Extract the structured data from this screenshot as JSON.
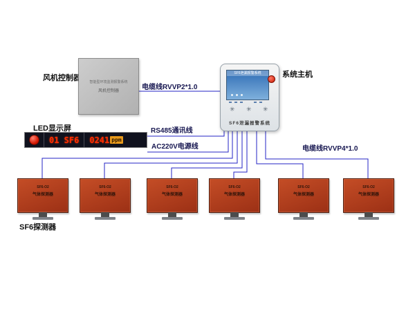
{
  "labels": {
    "fan_controller": "风机控制器",
    "system_host": "系统主机",
    "led_display": "LED显示屏",
    "sf6_detector": "SF6探测器",
    "cable_rvvp2": "电缆线RVVP2*1.0",
    "rs485_line": "RS485通讯线",
    "ac220v_line": "AC220V电源线",
    "cable_rvvp4": "电缆线RVVP4*1.0"
  },
  "fan_controller": {
    "inner_line1": "智能型环境监测报警系统",
    "inner_line2": "风机控制器"
  },
  "host": {
    "screen_title": "SF6泄漏报警系统",
    "panel_label": "SF6泄漏报警系统",
    "fan_icons": [
      "✳",
      "✳",
      "✳"
    ]
  },
  "led_display": {
    "channel_text": "01 SF6",
    "value_text": "0241",
    "unit_text": "ppm"
  },
  "detectors": [
    {
      "model": "SF6-O2",
      "name": "气体探测器"
    },
    {
      "model": "SF6-O2",
      "name": "气体探测器"
    },
    {
      "model": "SF6-O2",
      "name": "气体探测器"
    },
    {
      "model": "SF6-O2",
      "name": "气体探测器"
    },
    {
      "model": "SF6-O2",
      "name": "气体探测器"
    },
    {
      "model": "SF6-O2",
      "name": "气体探测器"
    }
  ],
  "colors": {
    "wire": "#2323c4",
    "detector_fill": "#b0401e",
    "led_text": "#ff2d00",
    "screen_blue": "#2e6cb5",
    "alarm_red": "#d21600"
  }
}
